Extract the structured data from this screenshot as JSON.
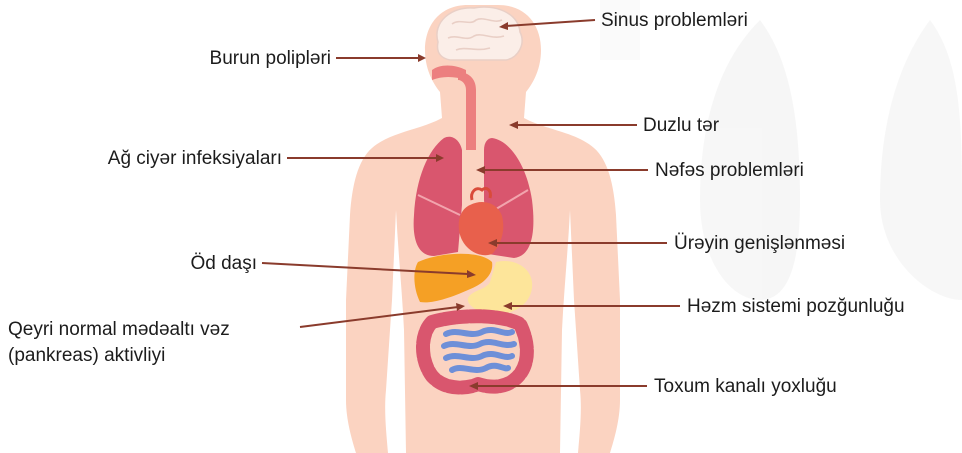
{
  "colors": {
    "leader_line": "#8a3b2c",
    "body_skin": "#fbd3c1",
    "lungs": "#d9566e",
    "heart": "#e8604c",
    "liver": "#f5a025",
    "stomach": "#fde59a",
    "large_intestine": "#d9566e",
    "small_intestine": "#6e8fd8",
    "brain": "#fbeee8"
  },
  "labels": {
    "left": [
      {
        "id": "burun",
        "text": "Burun polipləri"
      },
      {
        "id": "agciyer",
        "text": "Ağ ciyər infeksiyaları"
      },
      {
        "id": "od",
        "text": "Öd daşı"
      },
      {
        "id": "pankreas_line1",
        "text": "Qeyri normal mədəaltı vəz"
      },
      {
        "id": "pankreas_line2",
        "text": "(pankreas) aktivliyi"
      }
    ],
    "right": [
      {
        "id": "sinus",
        "text": "Sinus problemləri"
      },
      {
        "id": "duzlu",
        "text": "Duzlu tər"
      },
      {
        "id": "nefes",
        "text": "Nəfəs problemləri"
      },
      {
        "id": "ureyin",
        "text": "Ürəyin genişlənməsi"
      },
      {
        "id": "hezm",
        "text": "Həzm sistemi pozğunluğu"
      },
      {
        "id": "toxum",
        "text": "Toxum kanalı yoxluğu"
      }
    ]
  }
}
